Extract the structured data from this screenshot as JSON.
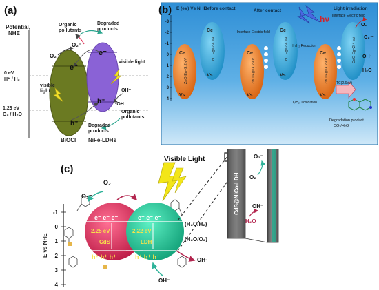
{
  "panel_a": {
    "tag": "(a)",
    "axis_title_1": "Potential,",
    "axis_title_2": "NHE",
    "level_0_1": "0 eV",
    "level_0_2": "H⁺ / H₂",
    "level_123_1": "1.23 eV",
    "level_123_2": "O₂ / H₂O",
    "organic_pollutants_top": "Organic",
    "organic_pollutants_top_2": "pollutants",
    "degraded_top": "Degraded",
    "degraded_top_2": "products",
    "o2_left": "O₂",
    "o2_radical": "O₂⁻",
    "e_left": "e⁻",
    "e_right": "e⁻",
    "h_left": "h⁺",
    "h_right": "h⁺",
    "visible_left_1": "visible",
    "visible_left_2": "light",
    "visible_right": "visible light",
    "oh_minus": "OH⁻",
    "oh_radical": "·OH",
    "organic_pollutants_bottom": "Organic",
    "organic_pollutants_bottom_2": "pollutants",
    "degraded_bottom": "Degraded",
    "degraded_bottom_2": "products",
    "label_left": "BiOCl",
    "label_right": "NiFe-LDHs",
    "colors": {
      "left": "#6b7a22",
      "right": "#8a62d6"
    }
  },
  "panel_b": {
    "tag": "(b)",
    "axis_title": "E (eV) Vs NHE",
    "before_contact": "Before contact",
    "after_contact": "After contact",
    "light_irradiation": "Light irradiation",
    "ticks": [
      "-3",
      "-2",
      "-1",
      "0",
      "1",
      "2",
      "3",
      "4"
    ],
    "ce": "Ce",
    "vs": "Vs",
    "zno_gap": "ZnO Eg=3.2 eV",
    "coo_gap": "CoO Eg=2.4 eV",
    "interface_field": "Interface Electric field",
    "interface_field_2": "Interface Electric field",
    "h_reduction": "H⁺/H₂ Reduction",
    "o2h2o_oxidation": "O₂/H₂O oxidation",
    "hv": "hν",
    "o2_top": "O₂",
    "o2_radical": "O₂·⁻",
    "oh_radical": "OH·",
    "h2o": "H₂O",
    "tc_label": "TC(2.6eV)",
    "degradation_product": "Degradation product",
    "degradation_product_2": "CO₂/H₂O",
    "colors": {
      "bg_top": "#2f8fd6",
      "bg_bottom": "#bfe1f7",
      "zno": "#e9751f",
      "coo": "#2fa6dd"
    }
  },
  "panel_c": {
    "tag": "(c)",
    "axis_title": "E vs NHE",
    "ticks": [
      "-1",
      "0",
      "1",
      "2",
      "3",
      "4"
    ],
    "visible_light": "Visible Light",
    "o2": "O₂",
    "o2_radical": "O₂⁻",
    "e_cds": "e⁻ e⁻ e⁻",
    "e_ldh": "e⁻ e⁻ e⁻",
    "h_cds": "h⁺ h⁺ h⁺",
    "h_ldh": "h⁺ h⁺ h⁺",
    "cds_gap": "2.25 eV",
    "ldh_gap": "2.22 eV",
    "cds": "CdS",
    "ldh": "LDH",
    "h2o_h2": "(H₂O/H₂)",
    "h2o_o2": "(H₂O/O₂)",
    "oh_radical": "OH·",
    "oh_minus": "OH⁻",
    "rod_label": "CdS@NiCo-LDH",
    "rod_o2_radical": "O₂⁻",
    "rod_o2": "O₂",
    "rod_oh": "OH⁻",
    "rod_h2o": "H₂O",
    "colors": {
      "cds": "#e0315f",
      "ldh": "#1ec49a",
      "text_on": "#f7e24a"
    }
  }
}
